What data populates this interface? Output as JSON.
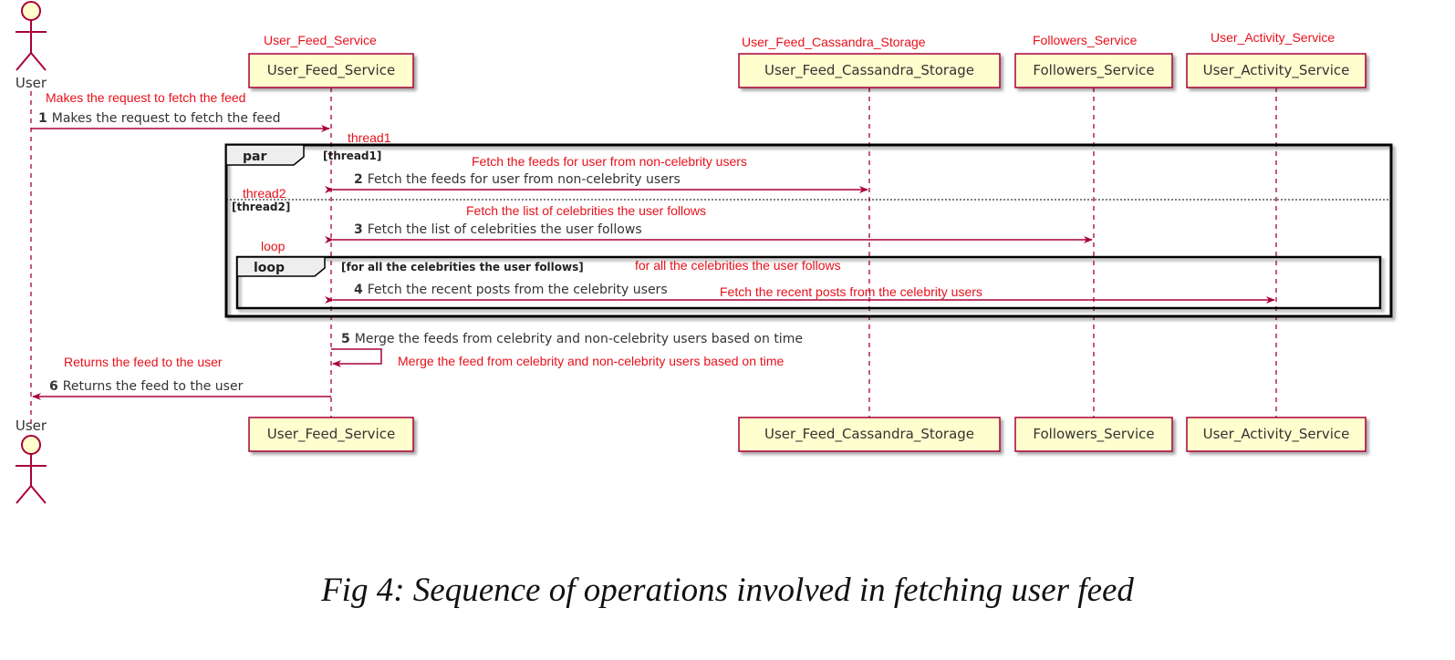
{
  "participants": {
    "user": "User",
    "feed_service": "User_Feed_Service",
    "cassandra": "User_Feed_Cassandra_Storage",
    "followers": "Followers_Service",
    "activity": "User_Activity_Service"
  },
  "messages": [
    {
      "num": "1",
      "text": "Makes the request to fetch the feed"
    },
    {
      "num": "2",
      "text": "Fetch the feeds for user from non-celebrity users"
    },
    {
      "num": "3",
      "text": "Fetch the list of celebrities the user follows"
    },
    {
      "num": "4",
      "text": "Fetch the recent posts from the celebrity users"
    },
    {
      "num": "5",
      "text": "Merge the feeds from celebrity and non-celebrity users based on time"
    },
    {
      "num": "6",
      "text": "Returns the feed to the user"
    }
  ],
  "fragments": {
    "par": {
      "keyword": "par",
      "guard1": "[thread1]",
      "guard2": "[thread2]"
    },
    "loop": {
      "keyword": "loop",
      "guard": "[for all the celebrities the user follows]"
    }
  },
  "annotations": {
    "feed_service": "User_Feed_Service",
    "cassandra": "User_Feed_Cassandra_Storage",
    "followers": "Followers_Service",
    "activity": "User_Activity_Service",
    "msg1": "Makes the request to fetch the feed",
    "thread1": "thread1",
    "msg2": "Fetch the feeds for user from non-celebrity users",
    "thread2": "thread2",
    "msg3": "Fetch the list of celebrities the user follows",
    "loop": "loop",
    "loop_guard": "for all the celebrities the user follows",
    "msg4": "Fetch the recent posts from the celebrity users",
    "msg5": "Merge the feed from celebrity and non-celebrity users based on time",
    "msg6": "Returns the feed to the user"
  },
  "caption": "Fig 4: Sequence of operations involved in fetching user feed",
  "colors": {
    "box_fill": "#fefece",
    "box_border": "#a80036",
    "arrow": "#a80036",
    "annotation": "#e8101a"
  }
}
